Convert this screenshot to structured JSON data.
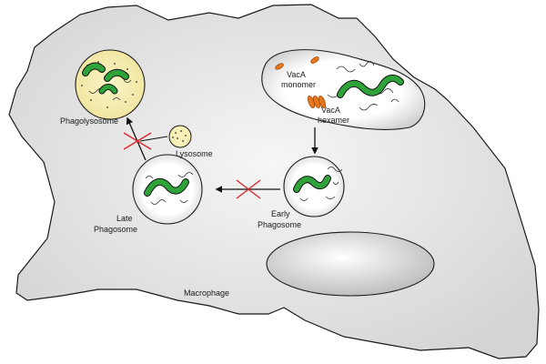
{
  "labels": {
    "vaca_monomer_line1": "VacA",
    "vaca_monomer_line2": "monomer",
    "vaca_hexamer_line1": "VacA",
    "vaca_hexamer_line2": "hexamer",
    "phagolysosome": "Phagolysosome",
    "lysosome": "Lysosome",
    "late_phagosome_line1": "Late",
    "late_phagosome_line2": "Phagosome",
    "early_phagosome_line1": "Early",
    "early_phagosome_line2": "Phagosome",
    "macrophage": "Macrophage"
  },
  "colors": {
    "bacterium": "#2fa23a",
    "vaca": "#e8761c",
    "blocked": "#e0262a",
    "phagolysosome_fill": "#f6efb6",
    "cell_fill": "#e3e3e3"
  }
}
